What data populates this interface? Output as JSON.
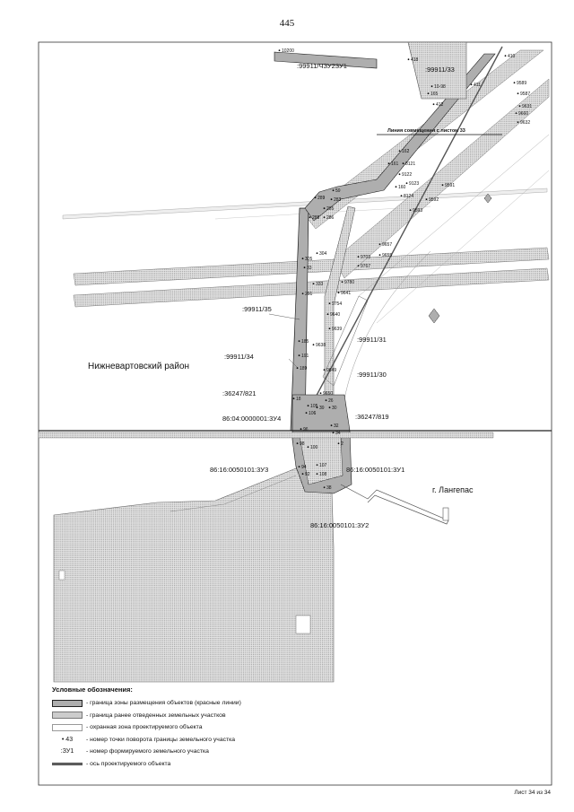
{
  "page_number": "445",
  "sheet_label": "Лист 34 из 34",
  "map": {
    "region_labels": {
      "nizhnevartovsk": "Нижневартовский район",
      "langepas": "г. Лангепас"
    },
    "match_line_label": "Линия совмещения с листом 33",
    "parcel_labels": [
      ":99911/ЧЗУ23У1",
      ":99911/33",
      ":99911/35",
      ":99911/34",
      ":99911/31",
      ":99911/30",
      ":36247/821",
      ":36247/819",
      "86:04:0000001:3У4",
      "86:16:0050101:3У3",
      "86:16:0050101:3У1",
      "86:16:0050101:3У2"
    ],
    "point_labels": [
      "10200",
      "418",
      "410",
      "10-98",
      "411",
      "165",
      "412",
      "9589",
      "9587",
      "9631",
      "9660",
      "9632",
      "162",
      "161",
      "8121",
      "9122",
      "9123",
      "160",
      "8124",
      "9591",
      "9592",
      "9593",
      "59",
      "283",
      "289",
      "285",
      "288",
      "286",
      "9657",
      "9655",
      "9703",
      "9767",
      "304",
      "305",
      "33",
      "333",
      "9780",
      "291",
      "9641",
      "9754",
      "9640",
      "9639",
      "9638",
      "9649",
      "185",
      "191",
      "189",
      "9650",
      "18",
      "105",
      "106",
      "39",
      "26",
      "30",
      "32",
      "34",
      "2",
      "96",
      "98",
      "100",
      "107",
      "108",
      "94",
      "92",
      "38"
    ]
  },
  "legend": {
    "title": "Условные обозначения:",
    "items": [
      {
        "symbol": "red-lines-hatch",
        "text": "- граница зоны размещения объектов (красные линии)"
      },
      {
        "symbol": "previous-parcel-hatch",
        "text": "- граница ранее отведенных земельных участков"
      },
      {
        "symbol": "protection-zone-box",
        "text": "- охранная зона проектируемого объекта"
      },
      {
        "symbol_text": "• 43",
        "text": "- номер точки поворота границы земельного участка"
      },
      {
        "symbol_text": ":ЗУ1",
        "text": "- номер формируемого земельного участка"
      },
      {
        "symbol": "axis-line",
        "text": "- ось проектируемого объекта"
      }
    ]
  },
  "colors": {
    "hatch_dark": "#9a9a9a",
    "hatch_light": "#d8d8d8",
    "line": "#333333"
  }
}
